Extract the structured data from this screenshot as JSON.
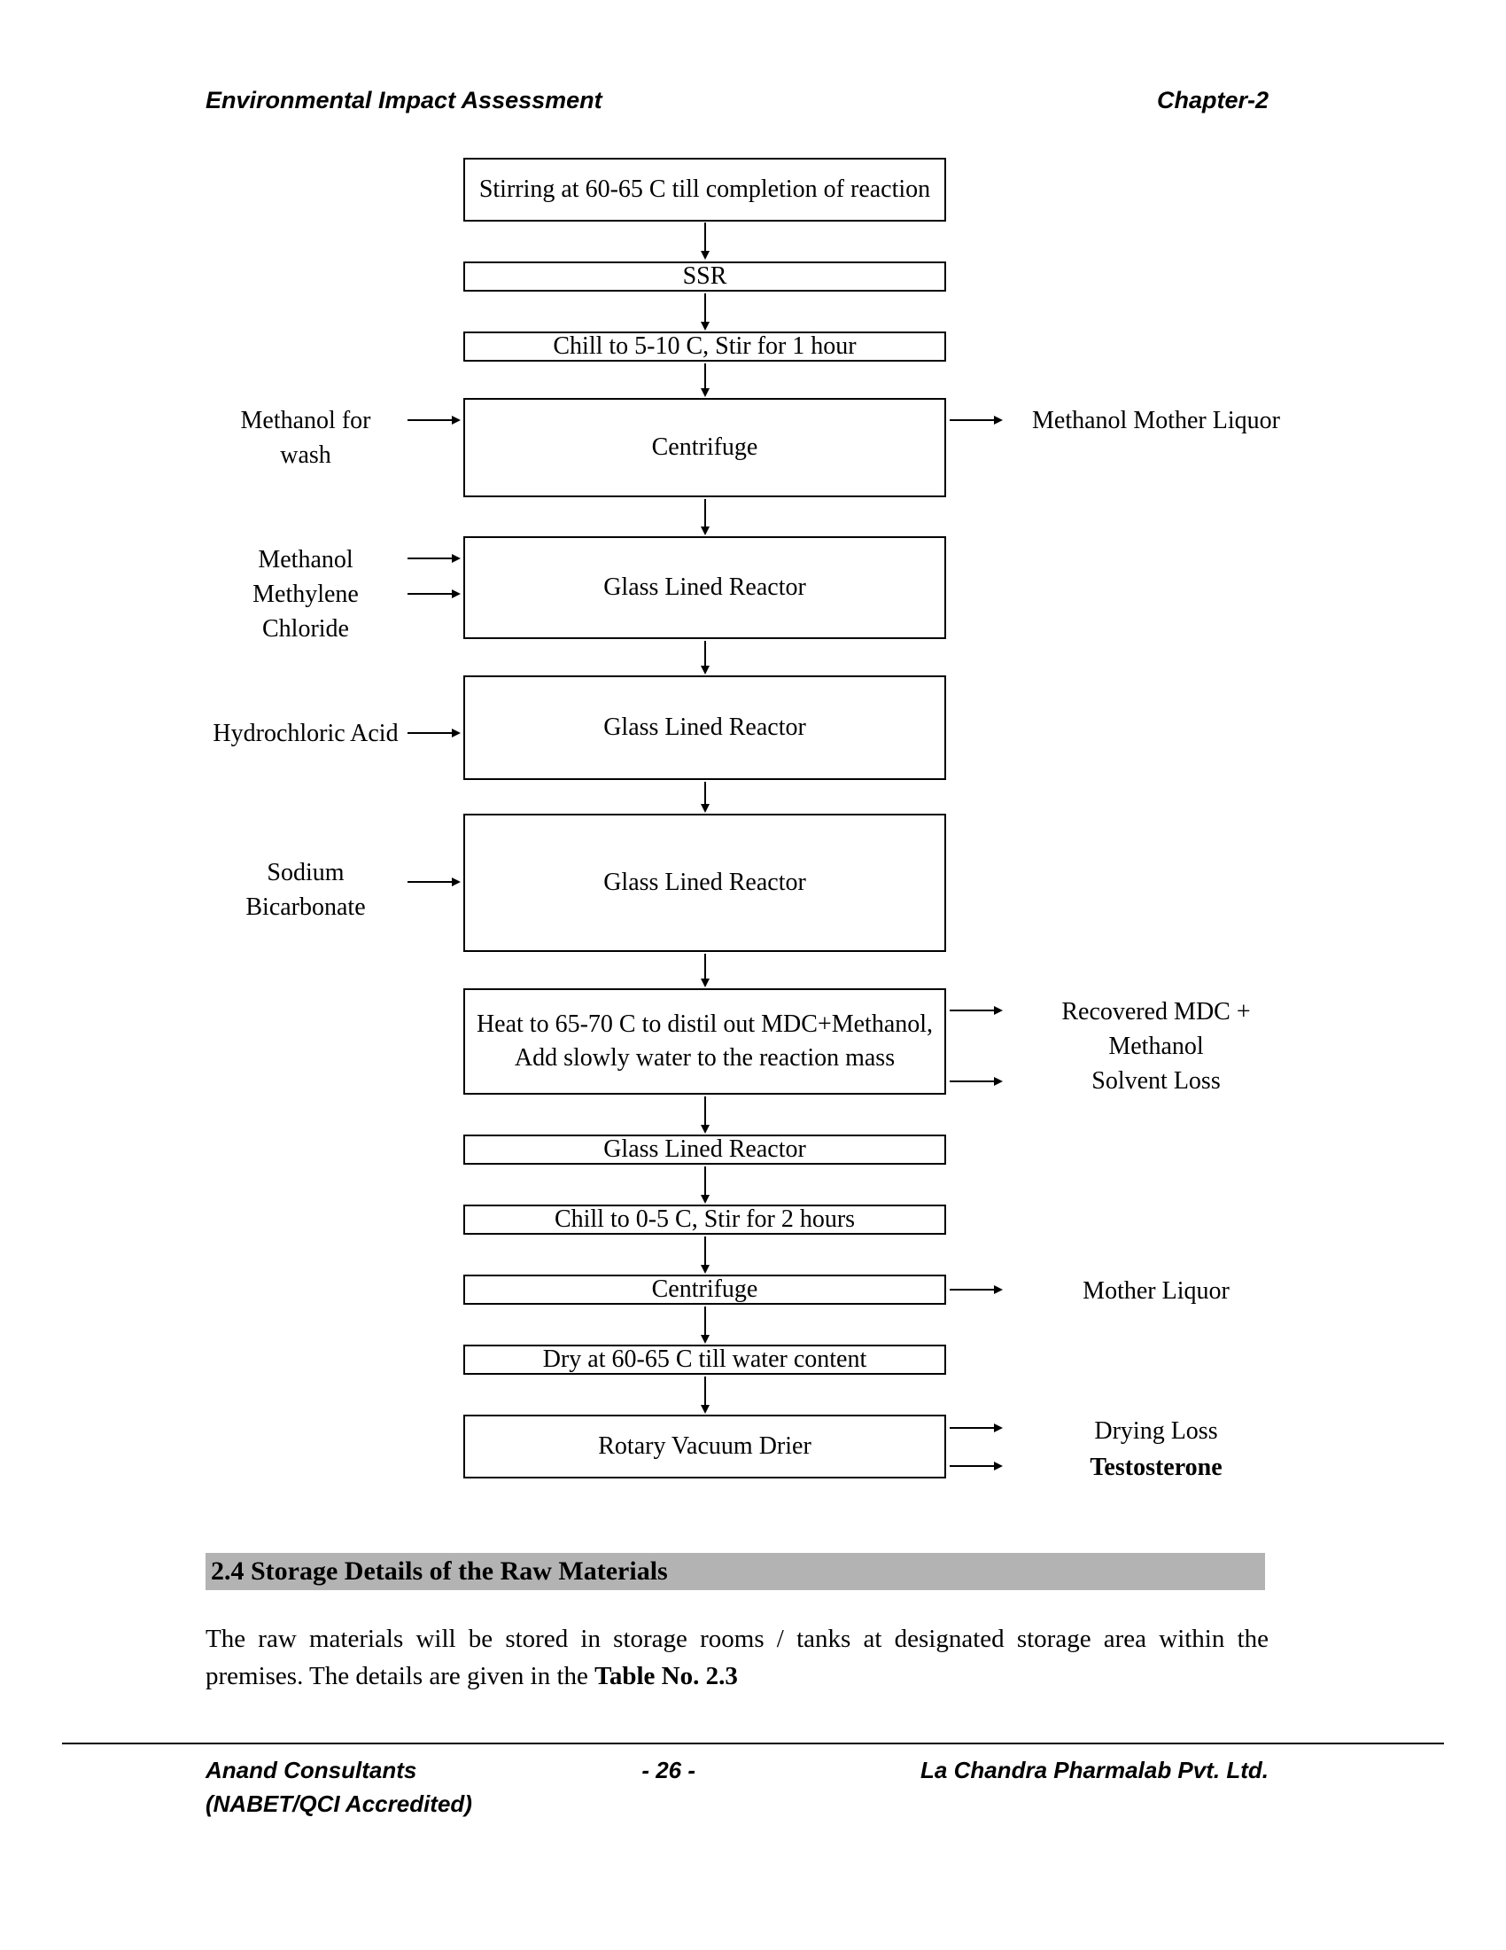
{
  "header": {
    "left": "Environmental Impact Assessment",
    "right": "Chapter-2"
  },
  "flowchart": {
    "boxes": [
      {
        "label": "Stirring at 60-65 C till completion of reaction"
      },
      {
        "label": "SSR"
      },
      {
        "label": "Chill to 5-10 C, Stir for 1 hour"
      },
      {
        "label": "Centrifuge"
      },
      {
        "label": "Glass Lined Reactor"
      },
      {
        "label": "Glass Lined Reactor"
      },
      {
        "label": "Glass Lined Reactor"
      },
      {
        "label": "Heat to 65-70 C to distil out MDC+Methanol, Add slowly water to the reaction mass"
      },
      {
        "label": "Glass Lined Reactor"
      },
      {
        "label": "Chill to 0-5 C, Stir for 2 hours"
      },
      {
        "label": "Centrifuge"
      },
      {
        "label": "Dry at 60-65 C till water content"
      },
      {
        "label": "Rotary Vacuum Drier"
      }
    ],
    "inputs": [
      {
        "label": "Methanol for wash"
      },
      {
        "label": "Methanol"
      },
      {
        "label": "Methylene Chloride"
      },
      {
        "label": "Hydrochloric Acid"
      },
      {
        "label": "Sodium Bicarbonate"
      }
    ],
    "outputs": [
      {
        "label": "Methanol Mother Liquor"
      },
      {
        "label": "Recovered MDC + Methanol"
      },
      {
        "label": "Solvent Loss"
      },
      {
        "label": "Mother Liquor"
      },
      {
        "label": "Drying Loss"
      },
      {
        "label": "Testosterone"
      }
    ]
  },
  "section": {
    "heading": "2.4 Storage Details of the Raw Materials",
    "body_1": "The raw materials will be stored in storage rooms / tanks at designated storage area within the premises. The details are given in the ",
    "body_bold": "Table No. 2.3"
  },
  "footer": {
    "left": "Anand Consultants",
    "left2": "(NABET/QCI Accredited)",
    "center": "- 26 -",
    "right": "La Chandra Pharmalab Pvt. Ltd."
  }
}
